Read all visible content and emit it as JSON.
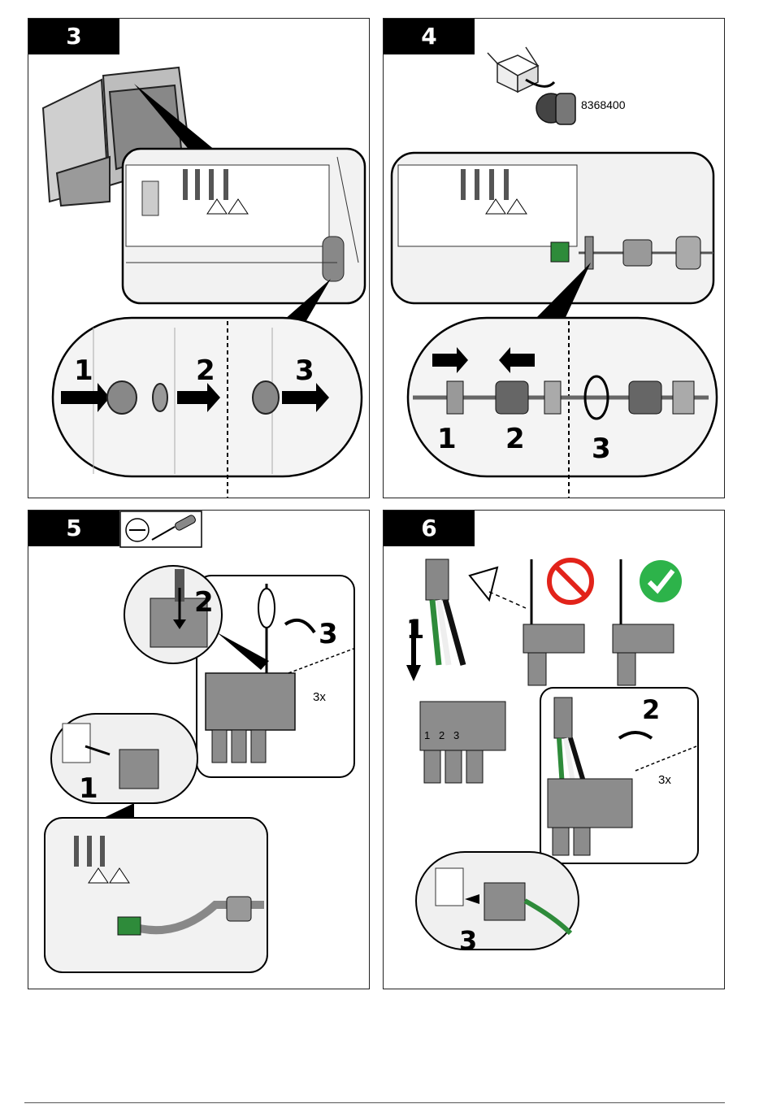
{
  "panels": [
    {
      "step": "3",
      "callouts": [
        "1",
        "2",
        "3"
      ]
    },
    {
      "step": "4",
      "part_number": "8368400",
      "callouts": [
        "1",
        "2",
        "3"
      ]
    },
    {
      "step": "5",
      "repeat": "3x",
      "callouts": [
        "2",
        "3",
        "1"
      ]
    },
    {
      "step": "6",
      "repeat": "3x",
      "callouts": [
        "1",
        "2",
        "3"
      ],
      "terminal_numbers": [
        "1",
        "2",
        "3"
      ]
    }
  ],
  "icons": {
    "prohibited": "prohibited-icon",
    "approved": "check-icon",
    "tool": "screwdriver-icon",
    "eye": "eye-icon"
  },
  "colors": {
    "approved": "#2db34a",
    "prohibited": "#e2231a",
    "wire_green": "#2e8b3a",
    "housing_gray": "#8c8c8c"
  }
}
